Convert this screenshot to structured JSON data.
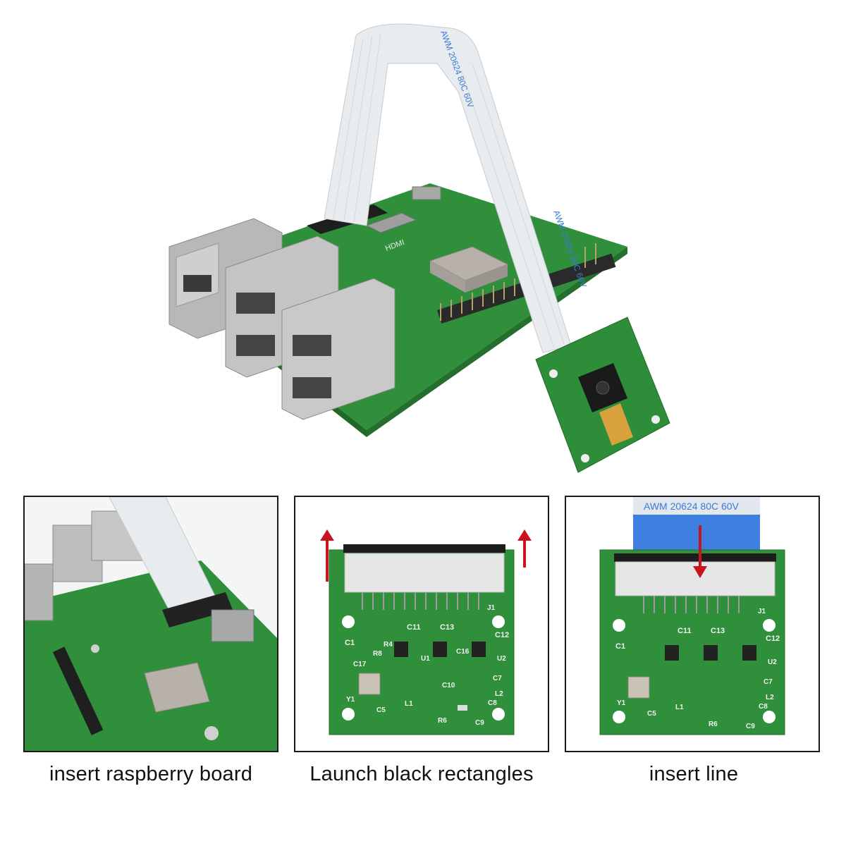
{
  "colors": {
    "pcb_green": "#2f8f3a",
    "arrow_red": "#c8141c",
    "cable_print": "#3a7bd5",
    "panel_border": "#1a1a1a"
  },
  "hero": {
    "cable_print": "AWM 20624 80C 60V",
    "hdmi_label": "HDMI"
  },
  "camera_silk": {
    "labels": [
      "C11",
      "C13",
      "C12",
      "C1",
      "R8",
      "R4",
      "C17",
      "U1",
      "U2",
      "C16",
      "C10",
      "C7",
      "L2",
      "C8",
      "C9",
      "R6",
      "C5",
      "L1",
      "Y1",
      "J1"
    ]
  },
  "steps": [
    {
      "caption": "insert raspberry board"
    },
    {
      "caption": "Launch black rectangles"
    },
    {
      "caption": "insert line"
    }
  ]
}
